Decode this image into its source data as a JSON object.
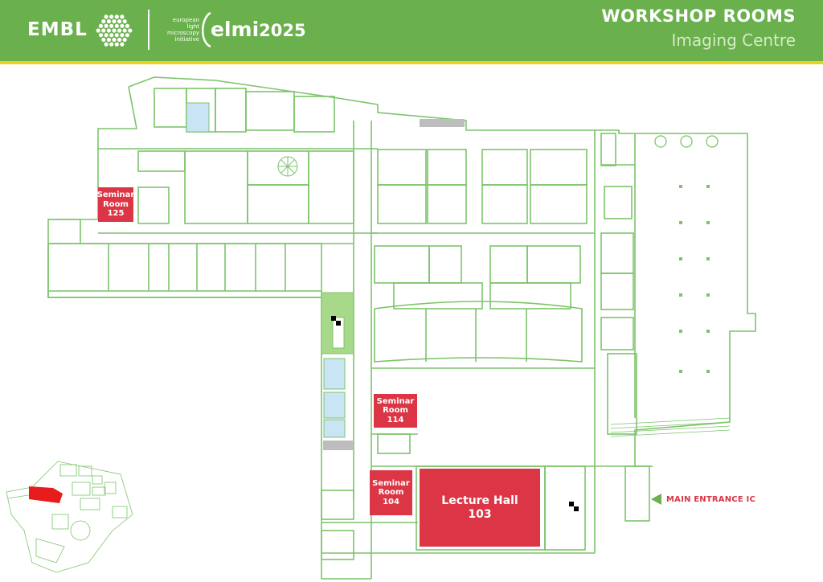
{
  "header": {
    "embl_logo_text": "EMBL",
    "elmi_tagline": [
      "european",
      "light microscopy",
      "initiative"
    ],
    "elmi_name": "elmi",
    "elmi_year": "2025",
    "title": "WORKSHOP ROOMS",
    "subtitle": "Imaging Centre"
  },
  "rooms": [
    {
      "name": "Seminar",
      "line2": "Room",
      "number": "125"
    },
    {
      "name": "Seminar",
      "line2": "Room",
      "number": "114"
    },
    {
      "name": "Seminar",
      "line2": "Room",
      "number": "104"
    },
    {
      "name": "Lecture Hall",
      "number": "103"
    }
  ],
  "entrance": {
    "label": "MAIN ENTRANCE IC"
  },
  "colors": {
    "header_green": "#6ab04c",
    "header_stripe": "#e8d21c",
    "room_red": "#dc3545",
    "wall_green": "#7cc46a",
    "restroom_blue": "#c9e4f5",
    "stair_green": "#a8d88a"
  }
}
